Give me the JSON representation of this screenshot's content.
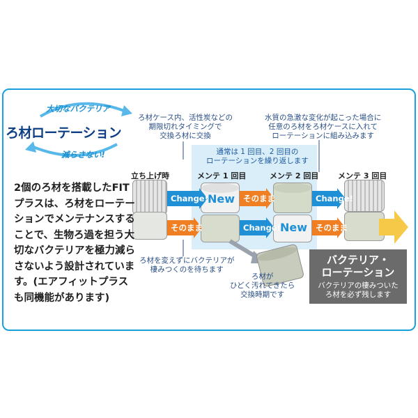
{
  "colors": {
    "frame": "#17a1d8",
    "title": "#0d3f86",
    "change_arrow": "#1f8fd6",
    "keep_arrow": "#f07e22",
    "final_arrow": "#f7c948",
    "highlight_box": "#d9eef8",
    "result_box": "#6b6b6b"
  },
  "header": {
    "slogan_top": "大切なバクテリア",
    "title": "ろ材ローテーション",
    "slogan_bottom": "減らさない!"
  },
  "notes": {
    "change_timing": "ろ材ケース内、活性炭などの\n期限切れタイミングで\n交換ろ材に交換",
    "emergency": "水質の急激な変化が起こった場合に\n任意のろ材をろ材ケースに入れて\nローテーションに組み込みます",
    "repeat": "通常は 1 回目、2 回目の\nローテーションを繰り返します",
    "wait_bacteria": "ろ材を変えずにバクテリアが\n棲みつくのを待ちます",
    "replace_time": "ろ材が\nひどく汚れてきたら\n交換時期です"
  },
  "stages": [
    "立ち上げ時",
    "メンテ 1 回目",
    "メンテ 2 回目",
    "メンテ 3 回目"
  ],
  "arrows": {
    "change": "Change!",
    "keep": "そのまま"
  },
  "new_label": "New",
  "description": "2個のろ材を搭載したFITプラスは、ろ材をローテーションでメンテナンスすることで、生物ろ過を担う大切なバクテリアを極力減らさないよう設計されています。(エアフィットプラスも同機能があります)",
  "result": {
    "title": "バクテリア・\nローテーション",
    "subtitle": "バクテリアの棲みついた\nろ材を必ず残します"
  }
}
